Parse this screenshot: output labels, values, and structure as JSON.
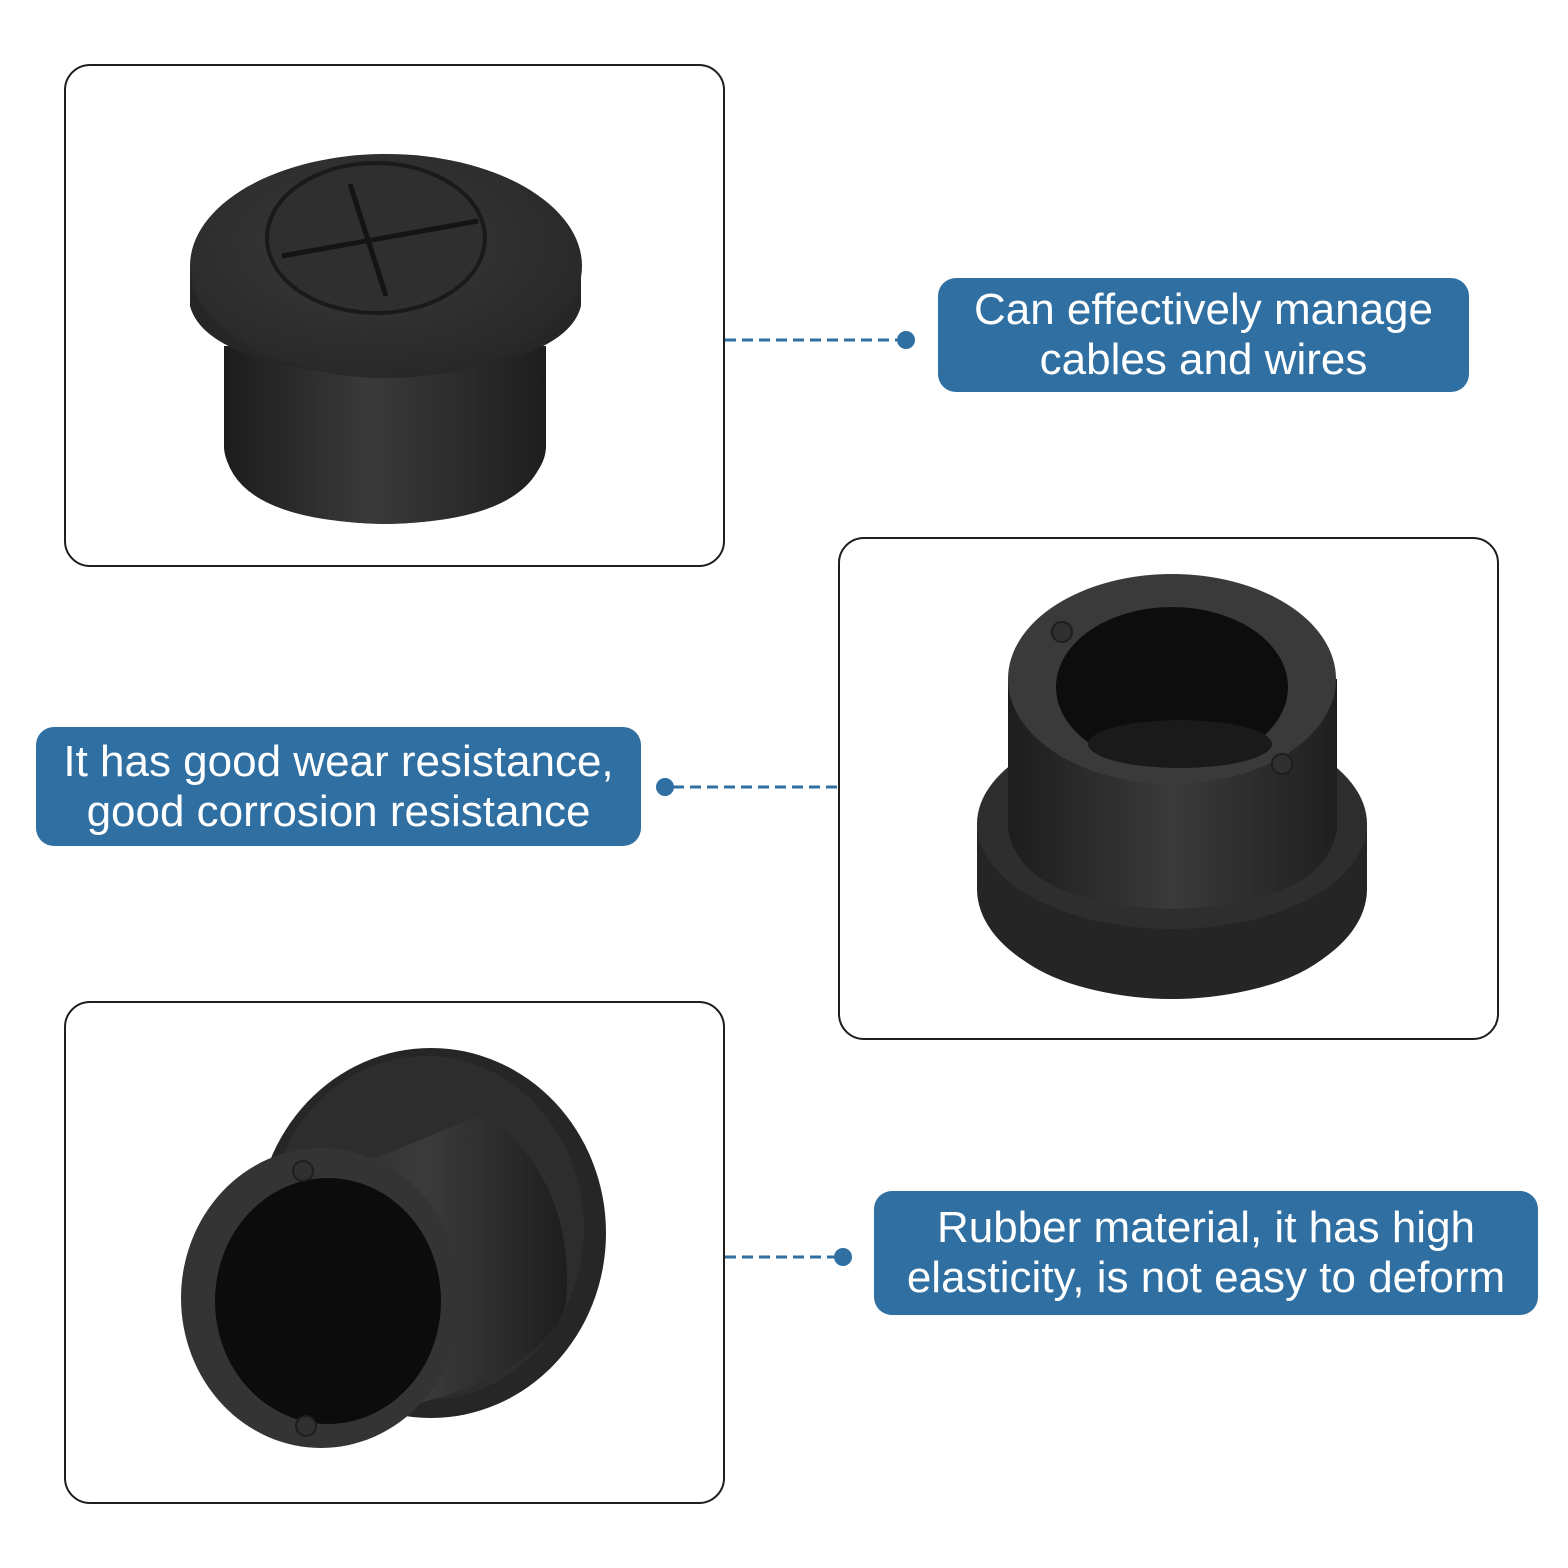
{
  "colors": {
    "accent": "#2f6fa2",
    "panel_border": "#1e1e1e",
    "rubber": "#2b2b2b"
  },
  "callouts": [
    {
      "text": "Can effectively manage\ncables and wires"
    },
    {
      "text": "It has good wear resistance,\n good corrosion resistance"
    },
    {
      "text": "Rubber material,  it has high\nelasticity, is not easy to deform"
    }
  ]
}
